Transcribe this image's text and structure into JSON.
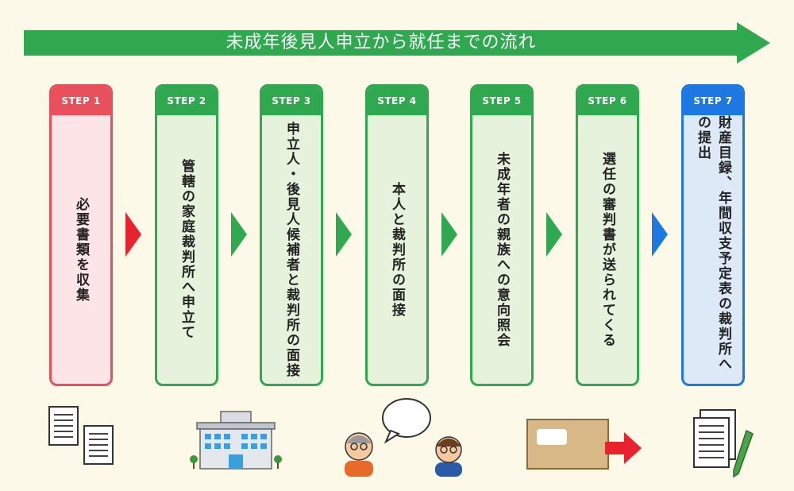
{
  "title": "未成年後見人申立から就任までの流れ",
  "steps": [
    {
      "label": "STEP 1",
      "text": "必要書類を収集",
      "color": "red"
    },
    {
      "label": "STEP 2",
      "text": "管轄の家庭裁判所へ申立て",
      "color": "green"
    },
    {
      "label": "STEP 3",
      "text": "申立人・後見人候補者と裁判所の面接",
      "color": "green"
    },
    {
      "label": "STEP 4",
      "text": "本人と裁判所の面接",
      "color": "green"
    },
    {
      "label": "STEP 5",
      "text": "未成年者の親族への意向照会",
      "color": "green"
    },
    {
      "label": "STEP 6",
      "text": "選任の審判書が送られてくる",
      "color": "green"
    },
    {
      "label": "STEP 7",
      "text": "財産目録、年間収支予定表の裁判所への提出",
      "color": "blue"
    }
  ],
  "colors": {
    "green": "#2fa84f",
    "red": "#e8515b",
    "blue": "#1e78e2",
    "background": "#fdf9e9"
  },
  "illustrations": [
    "documents-icon",
    "courthouse-icon",
    "interview-icon",
    "mail-envelope-icon",
    "documents-pen-icon"
  ]
}
